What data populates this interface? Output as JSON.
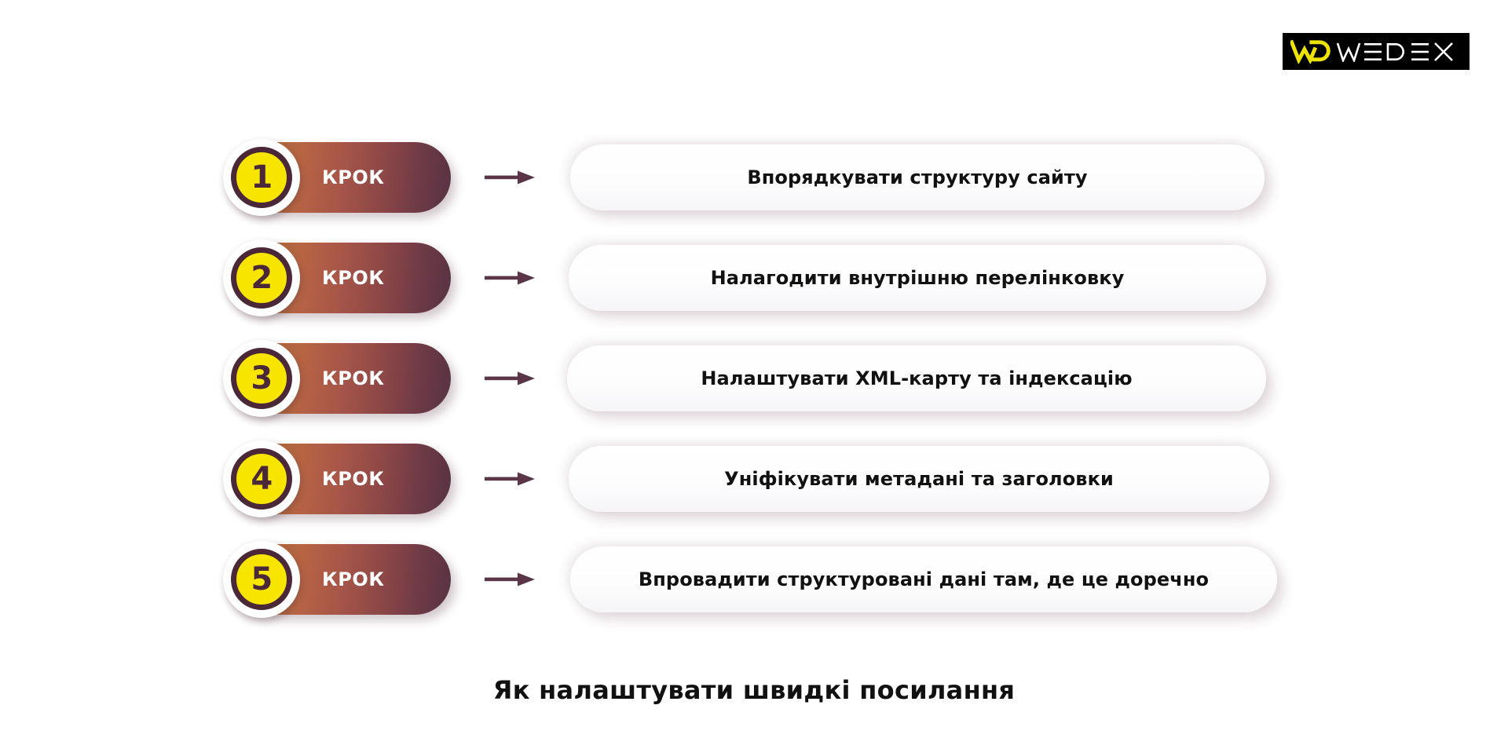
{
  "brand": {
    "logo_name": "wedex-logo",
    "logo_text": "WEDEX",
    "mark_icon": "wo-monogram-icon",
    "mark_color": "#ece400",
    "logo_bg": "#000000",
    "logo_text_color": "#ffffff"
  },
  "theme": {
    "badge_gradient_start": "#9d7620",
    "badge_gradient_mid": "#b76444",
    "badge_gradient_end": "#573243",
    "badge_number_fill": "#f7e500",
    "badge_number_ring": "#4a2838",
    "badge_number_ring_outer": "#ffffff",
    "badge_label_color": "#ffffff",
    "arrow_color": "#5a3447",
    "card_bg": "#ffffff",
    "card_text_color": "#111111",
    "page_bg": "#ffffff",
    "caption_color": "#111111"
  },
  "steps": [
    {
      "number": "1",
      "badge_label": "КРОК",
      "arrow_icon": "arrow-right-icon",
      "text": "Впорядкувати структуру сайту"
    },
    {
      "number": "2",
      "badge_label": "КРОК",
      "arrow_icon": "arrow-right-icon",
      "text": "Налагодити внутрішню перелінковку"
    },
    {
      "number": "3",
      "badge_label": "КРОК",
      "arrow_icon": "arrow-right-icon",
      "text": "Налаштувати XML-карту та індексацію"
    },
    {
      "number": "4",
      "badge_label": "КРОК",
      "arrow_icon": "arrow-right-icon",
      "text": "Уніфікувати метадані та заголовки"
    },
    {
      "number": "5",
      "badge_label": "КРОК",
      "arrow_icon": "arrow-right-icon",
      "text": "Впровадити структуровані дані там, де це доречно"
    }
  ],
  "caption": "Як налаштувати швидкі посилання"
}
